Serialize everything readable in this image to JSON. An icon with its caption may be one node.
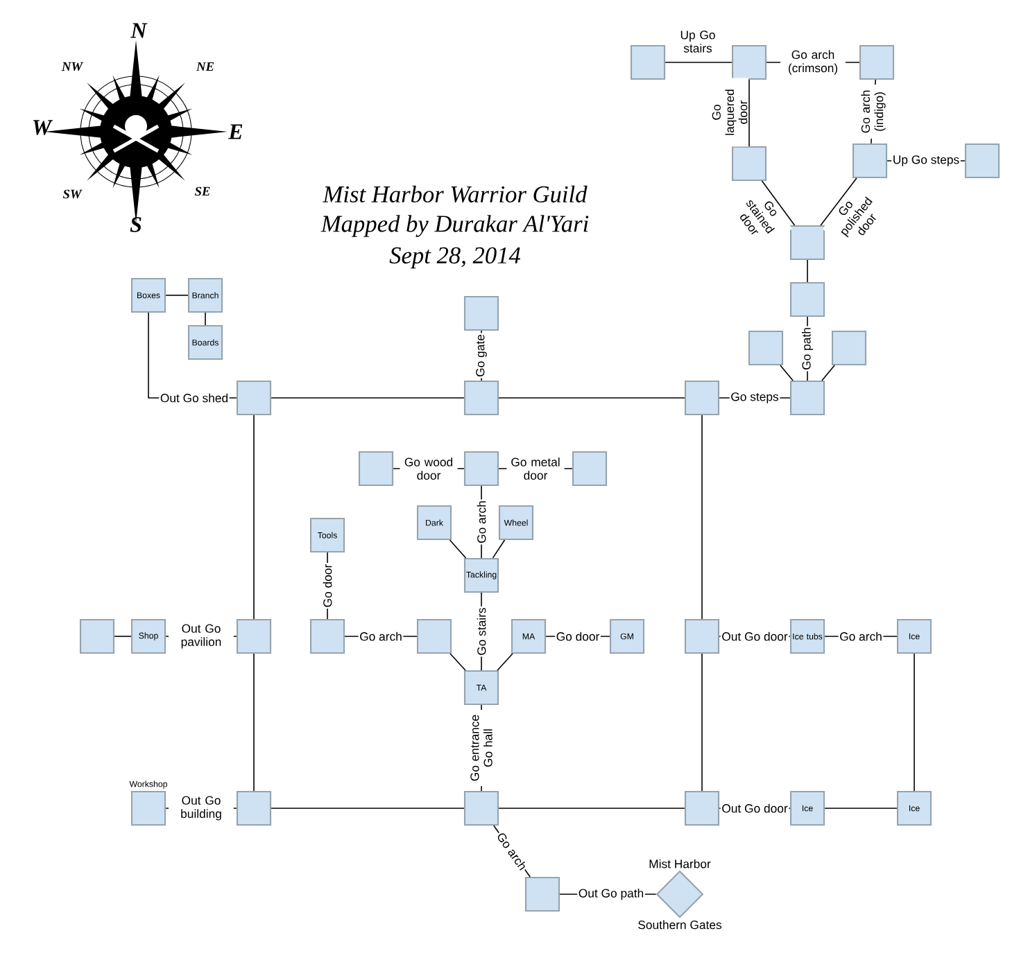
{
  "diagram": {
    "title": "Mist Harbor Warrior Guild",
    "nodes": [
      {
        "text": [],
        "shape": "box"
      },
      {
        "text": [],
        "shape": "box"
      },
      {
        "text": [],
        "shape": "box"
      },
      {
        "text": [],
        "shape": "box"
      },
      {
        "text": [],
        "shape": "box"
      },
      {
        "text": [],
        "shape": "box"
      },
      {
        "text": [],
        "shape": "box"
      },
      {
        "text": [],
        "shape": "box"
      },
      {
        "text": [],
        "shape": "box"
      },
      {
        "text": [],
        "shape": "box"
      },
      {
        "text": [],
        "shape": "box"
      },
      {
        "text": [
          "Boxes"
        ]
      },
      {
        "text": [
          "Branch"
        ]
      },
      {
        "text": [
          "Boards"
        ]
      },
      {
        "text": [],
        "shape": "box"
      },
      {
        "text": [],
        "shape": "box"
      },
      {
        "text": [],
        "shape": "box"
      },
      {
        "text": [],
        "shape": "box"
      },
      {
        "text": [],
        "shape": "box"
      },
      {
        "text": [],
        "shape": "box"
      },
      {
        "text": [],
        "shape": "box"
      },
      {
        "text": [
          "Dark"
        ]
      },
      {
        "text": [
          "Wheel"
        ]
      },
      {
        "text": [
          "Tools"
        ]
      },
      {
        "text": [
          "Tackling"
        ]
      },
      {
        "text": [],
        "shape": "box"
      },
      {
        "text": [
          "Shop"
        ]
      },
      {
        "text": [],
        "shape": "box"
      },
      {
        "text": [],
        "shape": "box"
      },
      {
        "text": [],
        "shape": "box"
      },
      {
        "text": [
          "MA"
        ]
      },
      {
        "text": [
          "GM"
        ]
      },
      {
        "text": [],
        "shape": "box"
      },
      {
        "text": [
          "Ice tubs"
        ]
      },
      {
        "text": [
          "Ice"
        ]
      },
      {
        "text": [
          "TA"
        ]
      },
      {
        "text": [
          "Workshop"
        ]
      },
      {
        "text": [],
        "shape": "box"
      },
      {
        "text": [],
        "shape": "box"
      },
      {
        "text": [],
        "shape": "box"
      },
      {
        "text": [
          "Ice"
        ]
      },
      {
        "text": [
          "Ice"
        ]
      },
      {
        "text": [],
        "shape": "box"
      },
      {
        "text": [
          "Mist Harbor",
          "Southern Gates"
        ]
      }
    ],
    "edges": [
      {
        "from": 0,
        "to": 1,
        "arrow": "none",
        "label": "Up Go stairs"
      },
      {
        "from": 1,
        "to": 2,
        "arrow": "none",
        "label": "Go arch (crimson)"
      },
      {
        "from": 1,
        "to": 3,
        "arrow": "none",
        "label": "Go laquered door"
      },
      {
        "from": 2,
        "to": 4,
        "arrow": "none",
        "label": "Go arch (indigo)"
      },
      {
        "from": 4,
        "to": 5,
        "arrow": "none",
        "label": "Up Go steps"
      },
      {
        "from": 3,
        "to": 6,
        "arrow": "none",
        "label": "Go stained door"
      },
      {
        "from": 4,
        "to": 6,
        "arrow": "none",
        "label": "Go polished door"
      },
      {
        "from": 6,
        "to": 7,
        "arrow": "none"
      },
      {
        "from": 7,
        "to": 10,
        "arrow": "none",
        "label": "Go path"
      },
      {
        "from": 8,
        "to": 10,
        "arrow": "none"
      },
      {
        "from": 9,
        "to": 10,
        "arrow": "none"
      },
      {
        "from": 17,
        "to": 10,
        "arrow": "none",
        "label": "Go steps"
      },
      {
        "from": 11,
        "to": 12,
        "arrow": "none"
      },
      {
        "from": 12,
        "to": 13,
        "arrow": "none"
      },
      {
        "from": 11,
        "to": 14,
        "arrow": "none",
        "label": "Out Go shed"
      },
      {
        "from": 14,
        "to": 16,
        "arrow": "none"
      },
      {
        "from": 16,
        "to": 17,
        "arrow": "none"
      },
      {
        "from": 15,
        "to": 16,
        "arrow": "none",
        "label": "Go gate"
      },
      {
        "from": 14,
        "to": 27,
        "arrow": "none"
      },
      {
        "from": 27,
        "to": 37,
        "arrow": "none"
      },
      {
        "from": 18,
        "to": 19,
        "arrow": "none",
        "label": "Go wood door"
      },
      {
        "from": 19,
        "to": 20,
        "arrow": "none",
        "label": "Go metal door"
      },
      {
        "from": 19,
        "to": 24,
        "arrow": "none",
        "label": "Go arch"
      },
      {
        "from": 21,
        "to": 24,
        "arrow": "none"
      },
      {
        "from": 22,
        "to": 24,
        "arrow": "none"
      },
      {
        "from": 23,
        "to": 28,
        "arrow": "none",
        "label": "Go door"
      },
      {
        "from": 24,
        "to": 35,
        "arrow": "none",
        "label": "Go stairs"
      },
      {
        "from": 25,
        "to": 26,
        "arrow": "none"
      },
      {
        "from": 26,
        "to": 27,
        "arrow": "none",
        "label": "Out Go pavilion"
      },
      {
        "from": 28,
        "to": 29,
        "arrow": "none",
        "label": "Go arch"
      },
      {
        "from": 29,
        "to": 35,
        "arrow": "none"
      },
      {
        "from": 30,
        "to": 35,
        "arrow": "none"
      },
      {
        "from": 30,
        "to": 31,
        "arrow": "none",
        "label": "Go door"
      },
      {
        "from": 17,
        "to": 32,
        "arrow": "none"
      },
      {
        "from": 32,
        "to": 39,
        "arrow": "none"
      },
      {
        "from": 32,
        "to": 33,
        "arrow": "none",
        "label": "Out Go door"
      },
      {
        "from": 33,
        "to": 34,
        "arrow": "none",
        "label": "Go arch"
      },
      {
        "from": 34,
        "to": 41,
        "arrow": "none"
      },
      {
        "from": 35,
        "to": 38,
        "arrow": "none",
        "label": "Go entrance Go hall"
      },
      {
        "from": 36,
        "to": 37,
        "arrow": "none",
        "label": "Out Go building"
      },
      {
        "from": 37,
        "to": 38,
        "arrow": "none"
      },
      {
        "from": 38,
        "to": 39,
        "arrow": "none"
      },
      {
        "from": 39,
        "to": 40,
        "arrow": "none",
        "label": "Out Go door"
      },
      {
        "from": 40,
        "to": 41,
        "arrow": "none"
      },
      {
        "from": 38,
        "to": 42,
        "arrow": "none",
        "label": "Go arch"
      },
      {
        "from": 42,
        "to": 43,
        "arrow": "none",
        "label": "Out Go path"
      }
    ],
    "labels": [
      "N",
      "NW",
      "NE",
      "W",
      "E",
      "SW",
      "SE",
      "S",
      "Mapped by Durakar Al'Yari",
      "Sept 28, 2014"
    ]
  }
}
